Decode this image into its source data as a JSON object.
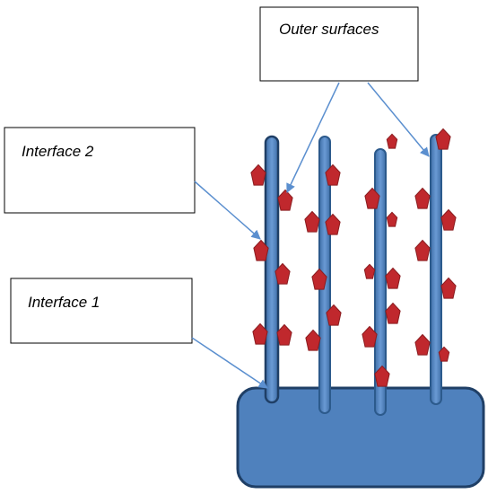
{
  "labels": {
    "outer_surfaces": "Outer surfaces",
    "interface_2": "Interface 2",
    "interface_1": "Interface 1"
  },
  "colors": {
    "substrate_fill": "#4f81bd",
    "substrate_stroke": "#1f3f66",
    "pillar_fill": "#4f81bd",
    "pillar_stroke": "#2c5a8c",
    "particle_fill": "#c0282d",
    "particle_stroke": "#8a1c1f",
    "arrow": "#5b8fcf",
    "box_stroke": "#000000"
  },
  "icons": {
    "particle": "red-pentagon-particle",
    "pillar": "blue-rod-pillar",
    "substrate": "blue-rounded-base"
  }
}
